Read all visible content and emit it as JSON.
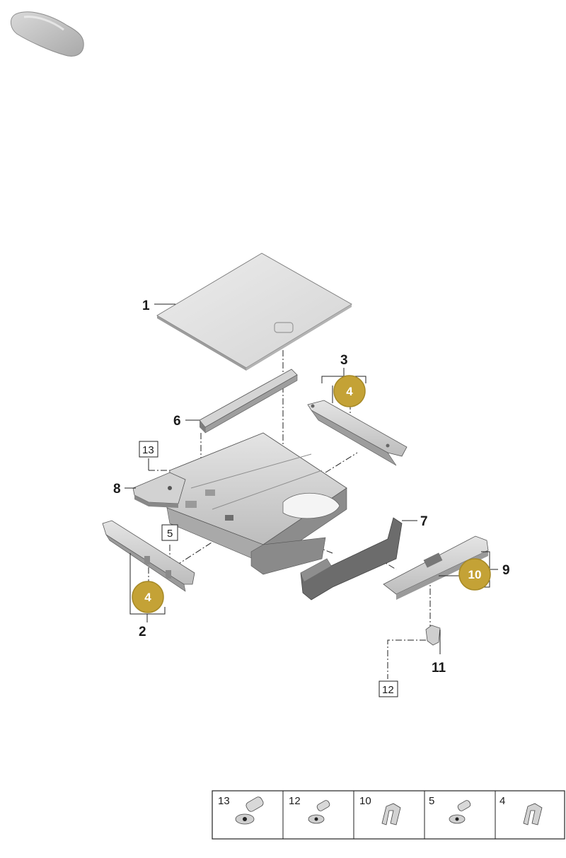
{
  "colors": {
    "badge_fill": "#c4a236",
    "badge_stroke": "#a78a26",
    "part_light": "#e6e6e6",
    "part_mid": "#c9c9c9",
    "part_dark": "#6b6b6b",
    "line": "#222222"
  },
  "thumbnail": {
    "icon": "car-thumbnail-icon"
  },
  "callouts": {
    "c1": "1",
    "c2": "2",
    "c3": "3",
    "c5": "5",
    "c6": "6",
    "c7": "7",
    "c8": "8",
    "c9": "9",
    "c11": "11",
    "c12": "12",
    "c13": "13"
  },
  "badges": {
    "b3": "4",
    "b2": "4",
    "b9": "10"
  },
  "legend": [
    {
      "number": "13",
      "icon": "screw-large-icon"
    },
    {
      "number": "12",
      "icon": "screw-icon"
    },
    {
      "number": "10",
      "icon": "clip-icon"
    },
    {
      "number": "5",
      "icon": "screw-icon"
    },
    {
      "number": "4",
      "icon": "clip-icon"
    }
  ]
}
